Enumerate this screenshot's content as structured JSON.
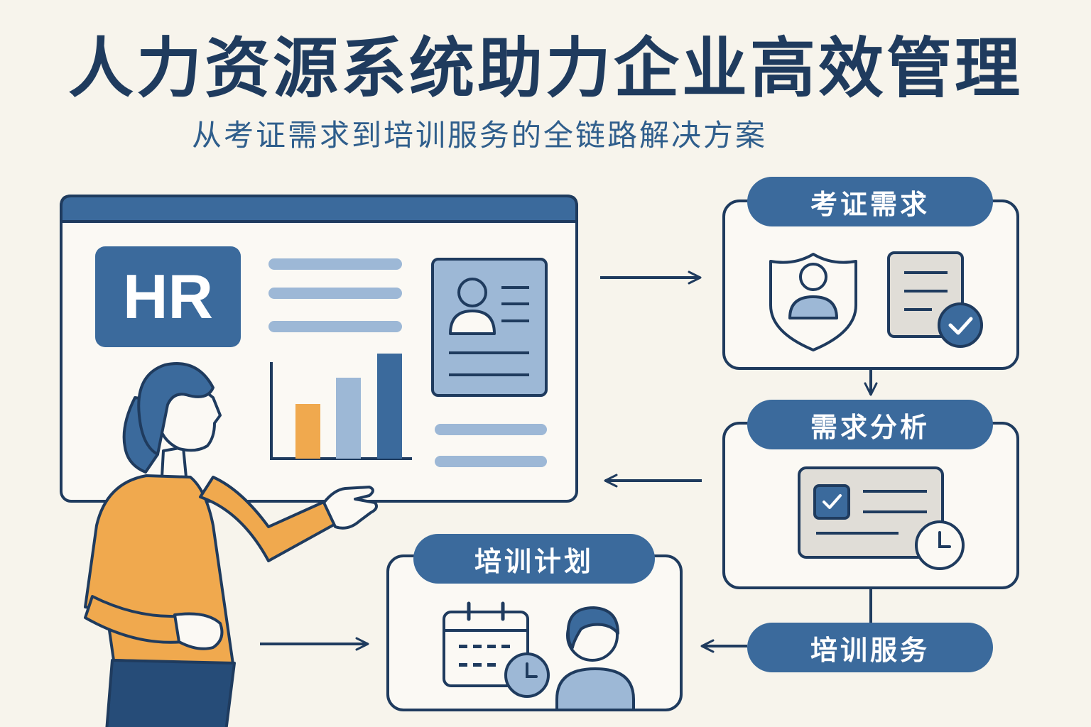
{
  "title": "人力资源系统助力企业高效管理",
  "subtitle": "从考证需求到培训服务的全链路解决方案",
  "dashboard": {
    "badge": "HR",
    "bar_levels": [
      0.52,
      0.77,
      1.0
    ]
  },
  "steps": [
    {
      "label": "考证需求",
      "icons": [
        "shield-user-icon",
        "certificate-check-icon"
      ]
    },
    {
      "label": "需求分析",
      "icons": [
        "checklist-clock-icon"
      ]
    },
    {
      "label": "培训计划",
      "icons": [
        "calendar-clock-icon",
        "trainee-icon"
      ]
    },
    {
      "label": "培训服务",
      "icons": []
    }
  ],
  "colors": {
    "navy": "#1f3b5e",
    "blue": "#3b6a9c",
    "light_blue": "#9db8d6",
    "orange": "#f0a94e",
    "cream": "#f7f4ec"
  }
}
